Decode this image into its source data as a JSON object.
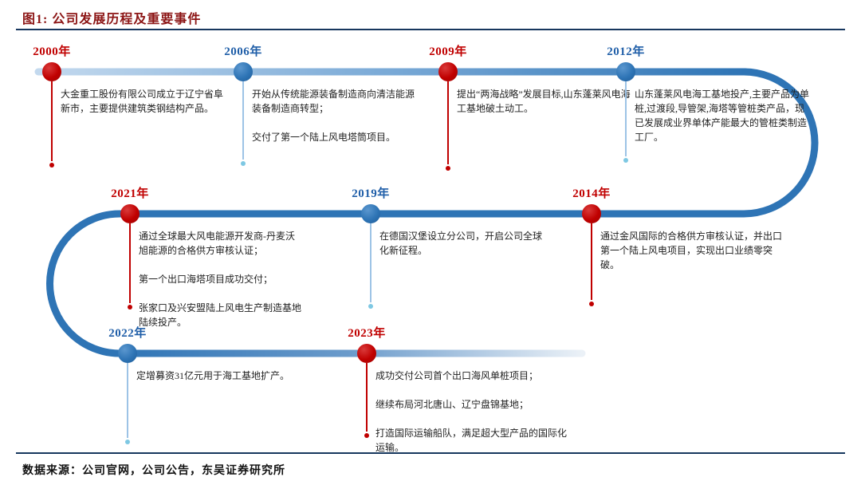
{
  "title": "图1: 公司发展历程及重要事件",
  "source": "数据来源：公司官网，公司公告，东吴证券研究所",
  "colors": {
    "title_red": "#8C1515",
    "milestone_red": "#C00000",
    "milestone_blue": "#2E74B5",
    "path_dark_blue": "#2E74B5",
    "path_light_blue": "#C3D9EE",
    "rule_navy": "#17375E"
  },
  "timeline": {
    "nodes": [
      {
        "year": "2000年",
        "color": "red",
        "desc": "大金重工股份有限公司成立于辽宁省阜新市，主要提供建筑类钢结构产品。"
      },
      {
        "year": "2006年",
        "color": "blue",
        "desc": "开始从传统能源装备制造商向清洁能源装备制造商转型；\n\n交付了第一个陆上风电塔筒项目。"
      },
      {
        "year": "2009年",
        "color": "red",
        "desc": "提出“两海战略”发展目标,山东蓬莱风电海工基地破土动工。"
      },
      {
        "year": "2012年",
        "color": "blue",
        "desc": "山东蓬莱风电海工基地投产,主要产品为单桩,过渡段,导管架,海塔等管桩类产品，现已发展成业界单体产能最大的管桩类制造工厂。"
      },
      {
        "year": "2021年",
        "color": "red",
        "desc": "通过全球最大风电能源开发商-丹麦沃旭能源的合格供方审核认证；\n\n第一个出口海塔项目成功交付；\n\n张家口及兴安盟陆上风电生产制造基地陆续投产。"
      },
      {
        "year": "2019年",
        "color": "blue",
        "desc": "在德国汉堡设立分公司，开启公司全球化新征程。"
      },
      {
        "year": "2014年",
        "color": "red",
        "desc": "通过金风国际的合格供方审核认证，并出口第一个陆上风电项目，实现出口业绩零突破。"
      },
      {
        "year": "2022年",
        "color": "blue",
        "desc": "定增募资31亿元用于海工基地扩产。"
      },
      {
        "year": "2023年",
        "color": "red",
        "desc": "成功交付公司首个出口海风单桩项目；\n\n继续布局河北唐山、辽宁盘锦基地；\n\n打造国际运输船队，满足超大型产品的国际化运输。"
      }
    ]
  }
}
